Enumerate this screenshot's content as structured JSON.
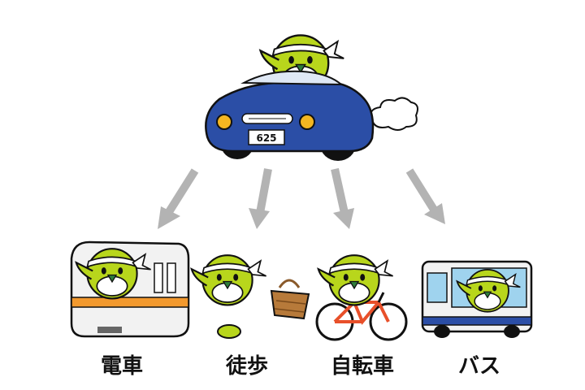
{
  "car": {
    "plate": "625"
  },
  "modes": [
    {
      "label": "電車"
    },
    {
      "label": "徒歩"
    },
    {
      "label": "自転車"
    },
    {
      "label": "バス"
    }
  ],
  "colors": {
    "bird_body": "#b8d61c",
    "car_body": "#2b4ea6",
    "arrow": "#b3b3b3",
    "train_stripe": "#f2992e",
    "bicycle_frame": "#e8502a",
    "bus_window": "#9fd3ee"
  }
}
